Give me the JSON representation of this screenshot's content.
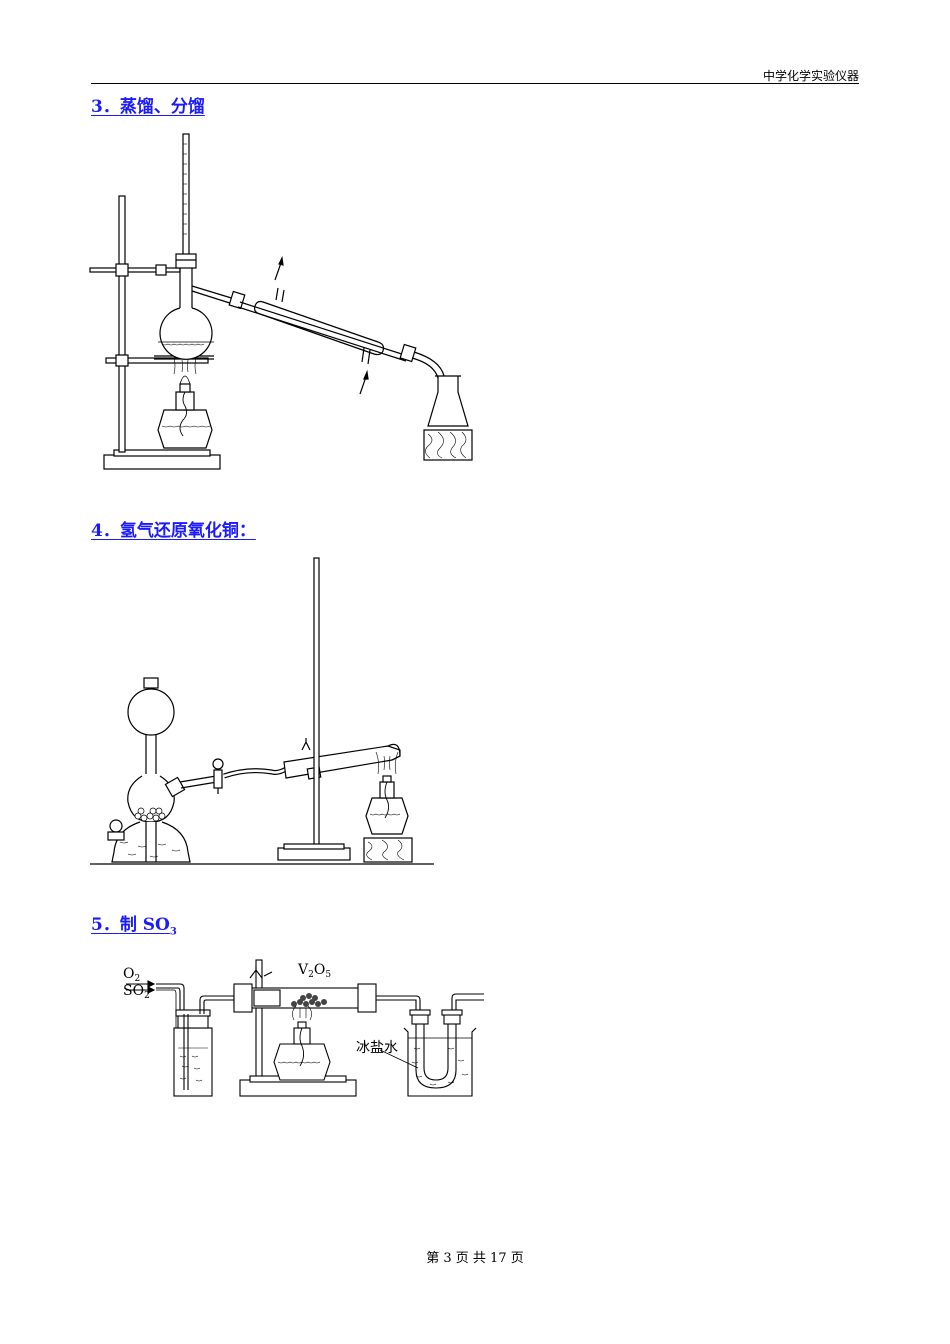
{
  "header": {
    "title": "中学化学实验仪器"
  },
  "sections": [
    {
      "number": "3．",
      "title": "蒸馏、分馏"
    },
    {
      "number": "4．",
      "title": "氢气还原氧化铜："
    },
    {
      "number": "5．",
      "title": "制 SO",
      "subscript": "3"
    }
  ],
  "figure5_labels": {
    "o2": "O",
    "o2_sub": "2",
    "so2": "SO",
    "so2_sub": "2",
    "catalyst_v": "V",
    "catalyst_v_sub": "2",
    "catalyst_o": "O",
    "catalyst_o_sub": "5",
    "ice_salt_water": "冰盐水"
  },
  "footer": {
    "page_label": "第 3 页 共 17 页"
  }
}
